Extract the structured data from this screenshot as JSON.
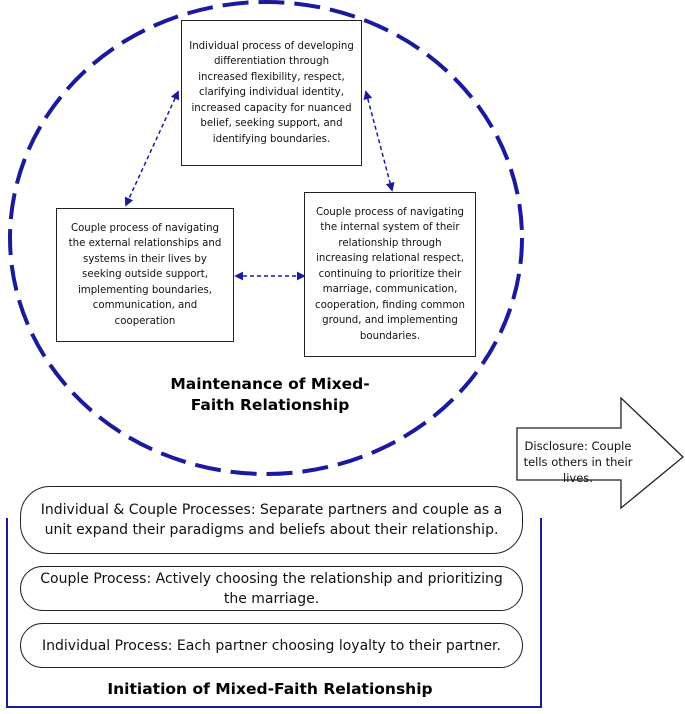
{
  "maintenance": {
    "individual_box": "Individual process of developing differentiation through increased flexibility, respect, clarifying individual identity, increased capacity for nuanced belief, seeking support, and identifying boundaries.",
    "external_box": "Couple process of navigating the external relationships and systems in their lives by seeking outside support, implementing boundaries, communication, and cooperation",
    "internal_box": "Couple process of navigating the internal system of their relationship through increasing relational respect, continuing to prioritize their marriage, communication, cooperation, finding common ground, and implementing boundaries.",
    "heading_line1": "Maintenance of Mixed-",
    "heading_line2": "Faith Relationship"
  },
  "disclosure": {
    "text": "Disclosure: Couple tells others in their lives."
  },
  "initiation": {
    "pills": [
      "Individual  & Couple Processes: Separate partners and couple as a unit expand their paradigms and beliefs about their relationship.",
      "Couple Process: Actively choosing the relationship and prioritizing the marriage.",
      "Individual Process: Each partner choosing loyalty to their partner."
    ],
    "heading": "Initiation of Mixed-Faith Relationship"
  },
  "colors": {
    "accent": "#1a1a9e",
    "border": "#222222"
  }
}
